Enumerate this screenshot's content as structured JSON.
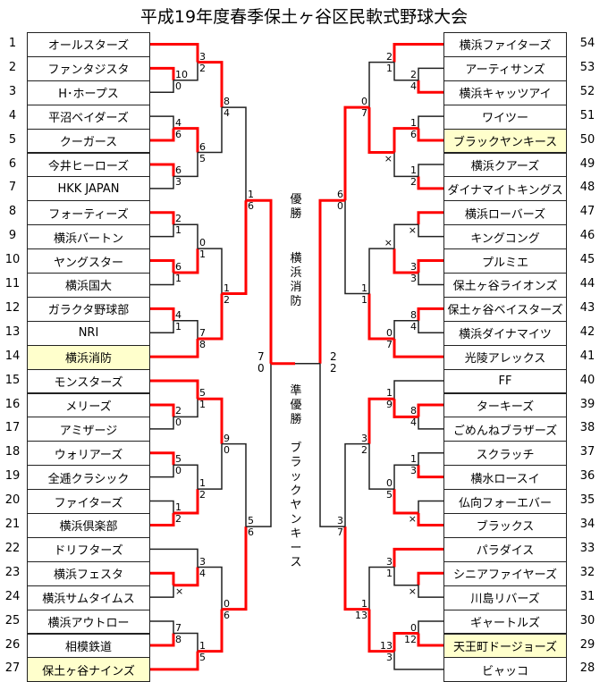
{
  "title": "平成19年度春季保土ヶ谷区民軟式野球大会",
  "colors": {
    "winner_line": "#ff0000",
    "line": "#222222",
    "highlight": "#ffffcc"
  },
  "left_teams": [
    {
      "seed": "1",
      "name": "オールスターズ"
    },
    {
      "seed": "2",
      "name": "ファンタジスタ"
    },
    {
      "seed": "3",
      "name": "H･ホープス"
    },
    {
      "seed": "4",
      "name": "平沼ベイダーズ"
    },
    {
      "seed": "5",
      "name": "クーガース"
    },
    {
      "seed": "6",
      "name": "今井ヒーローズ"
    },
    {
      "seed": "7",
      "name": "HKK JAPAN"
    },
    {
      "seed": "8",
      "name": "フォーティーズ"
    },
    {
      "seed": "9",
      "name": "横浜バートン"
    },
    {
      "seed": "10",
      "name": "ヤングスター"
    },
    {
      "seed": "11",
      "name": "横浜国大"
    },
    {
      "seed": "12",
      "name": "ガラクタ野球部"
    },
    {
      "seed": "13",
      "name": "NRI"
    },
    {
      "seed": "14",
      "name": "横浜消防",
      "highlight": true
    },
    {
      "seed": "15",
      "name": "モンスターズ"
    },
    {
      "seed": "16",
      "name": "メリーズ"
    },
    {
      "seed": "17",
      "name": "アミザージ"
    },
    {
      "seed": "18",
      "name": "ウォリアーズ"
    },
    {
      "seed": "19",
      "name": "全逓クラシック"
    },
    {
      "seed": "20",
      "name": "ファイターズ"
    },
    {
      "seed": "21",
      "name": "横浜倶楽部"
    },
    {
      "seed": "22",
      "name": "ドリフターズ"
    },
    {
      "seed": "23",
      "name": "横浜フェスタ"
    },
    {
      "seed": "24",
      "name": "横浜サムタイムス"
    },
    {
      "seed": "25",
      "name": "横浜アウトロー"
    },
    {
      "seed": "26",
      "name": "相模鉄道"
    },
    {
      "seed": "27",
      "name": "保土ヶ谷ナインズ",
      "highlight": true
    }
  ],
  "right_teams": [
    {
      "seed": "54",
      "name": "横浜ファイターズ"
    },
    {
      "seed": "53",
      "name": "アーティサンズ"
    },
    {
      "seed": "52",
      "name": "横浜キャッツアイ"
    },
    {
      "seed": "51",
      "name": "ワイツー"
    },
    {
      "seed": "50",
      "name": "ブラックヤンキース",
      "highlight": true
    },
    {
      "seed": "49",
      "name": "横浜クアーズ"
    },
    {
      "seed": "48",
      "name": "ダイナマイトキングス"
    },
    {
      "seed": "47",
      "name": "横浜ローバーズ"
    },
    {
      "seed": "46",
      "name": "キングコング"
    },
    {
      "seed": "45",
      "name": "プルミエ"
    },
    {
      "seed": "44",
      "name": "保土ヶ谷ライオンズ"
    },
    {
      "seed": "43",
      "name": "保土ヶ谷ベイスターズ"
    },
    {
      "seed": "42",
      "name": "横浜ダイナマイツ"
    },
    {
      "seed": "41",
      "name": "光陵アレックス"
    },
    {
      "seed": "40",
      "name": "FF"
    },
    {
      "seed": "39",
      "name": "ターキーズ"
    },
    {
      "seed": "38",
      "name": "ごめんねブラザーズ"
    },
    {
      "seed": "37",
      "name": "スクラッチ"
    },
    {
      "seed": "36",
      "name": "横水ロースイ"
    },
    {
      "seed": "35",
      "name": "仏向フォーエバー"
    },
    {
      "seed": "34",
      "name": "ブラックス"
    },
    {
      "seed": "33",
      "name": "パラダイス"
    },
    {
      "seed": "32",
      "name": "シニアファイヤーズ"
    },
    {
      "seed": "31",
      "name": "川島リバーズ"
    },
    {
      "seed": "30",
      "name": "ギャートルズ"
    },
    {
      "seed": "29",
      "name": "天王町ドージョーズ",
      "highlight": true
    },
    {
      "seed": "28",
      "name": "ビャッコ"
    }
  ],
  "scores": {
    "l_2_3": [
      "10",
      "0"
    ],
    "l_1_23": [
      "3",
      "2"
    ],
    "l_4_5": [
      "4",
      "6"
    ],
    "l_6_7": [
      "6",
      "3"
    ],
    "l_45_67": [
      "6",
      "5"
    ],
    "l_top7": [
      "8",
      "4"
    ],
    "l_8_9": [
      "2",
      "1"
    ],
    "l_10_11": [
      "6",
      "1"
    ],
    "l_89_1011": [
      "0",
      "1"
    ],
    "l_12_13": [
      "4",
      "1"
    ],
    "l_1213_14": [
      "7",
      "8"
    ],
    "l_8to11_12to14": [
      "1",
      "2"
    ],
    "l_semi_top": [
      "1",
      "6"
    ],
    "l_16_17": [
      "2",
      "0"
    ],
    "l_15_1617": [
      "5",
      "1"
    ],
    "l_18_19": [
      "5",
      "0"
    ],
    "l_20_21": [
      "1",
      "2"
    ],
    "l_1819_2021": [
      "1",
      "2"
    ],
    "l_15to17_18to21": [
      "9",
      "0"
    ],
    "l_23_24": [
      "",
      "×"
    ],
    "l_22_2324": [
      "3",
      "4"
    ],
    "l_25_26": [
      "7",
      "8"
    ],
    "l_2526_27": [
      "1",
      "5"
    ],
    "l_22to24_25to27": [
      "0",
      "6"
    ],
    "l_semi_bottom": [
      "5",
      "6"
    ],
    "final_left": [
      "7",
      "0"
    ],
    "final_right": [
      "2",
      "2"
    ],
    "r_53_52": [
      "2",
      "4"
    ],
    "r_54_5352": [
      "2",
      "1"
    ],
    "r_51_50": [
      "1",
      "6"
    ],
    "r_49_48": [
      "1",
      "2"
    ],
    "r_5150_4948": [
      "",
      "×"
    ],
    "r_top7": [
      "0",
      "7"
    ],
    "r_47_46": [
      "",
      "×"
    ],
    "r_45_44": [
      "3",
      "3"
    ],
    "r_4746_4544": [
      "×",
      ""
    ],
    "r_43_42": [
      "8",
      "4"
    ],
    "r_4342_41": [
      "0",
      "7"
    ],
    "r_47to44_43to41": [
      "1",
      "1"
    ],
    "r_semi_top": [
      "6",
      "0"
    ],
    "r_39_38": [
      "8",
      "4"
    ],
    "r_40_3938": [
      "1",
      "9"
    ],
    "r_37_36": [
      "1",
      "3"
    ],
    "r_35_34": [
      "",
      "×"
    ],
    "r_3736_3534": [
      "0",
      "5"
    ],
    "r_40to38_37to34": [
      "3",
      "2"
    ],
    "r_32_31": [
      "",
      "×"
    ],
    "r_33_3231": [
      "3",
      "1"
    ],
    "r_30_29": [
      "0",
      "12"
    ],
    "r_3029_28": [
      "13",
      "3"
    ],
    "r_33to31_30to28": [
      "1",
      "13"
    ],
    "r_semi_bottom": [
      "3",
      "7"
    ]
  },
  "center": {
    "champion_label": "優勝",
    "champion_name": "横浜消防",
    "runnerup_label": "準優勝",
    "runnerup_name": "ブラックヤンキース"
  }
}
